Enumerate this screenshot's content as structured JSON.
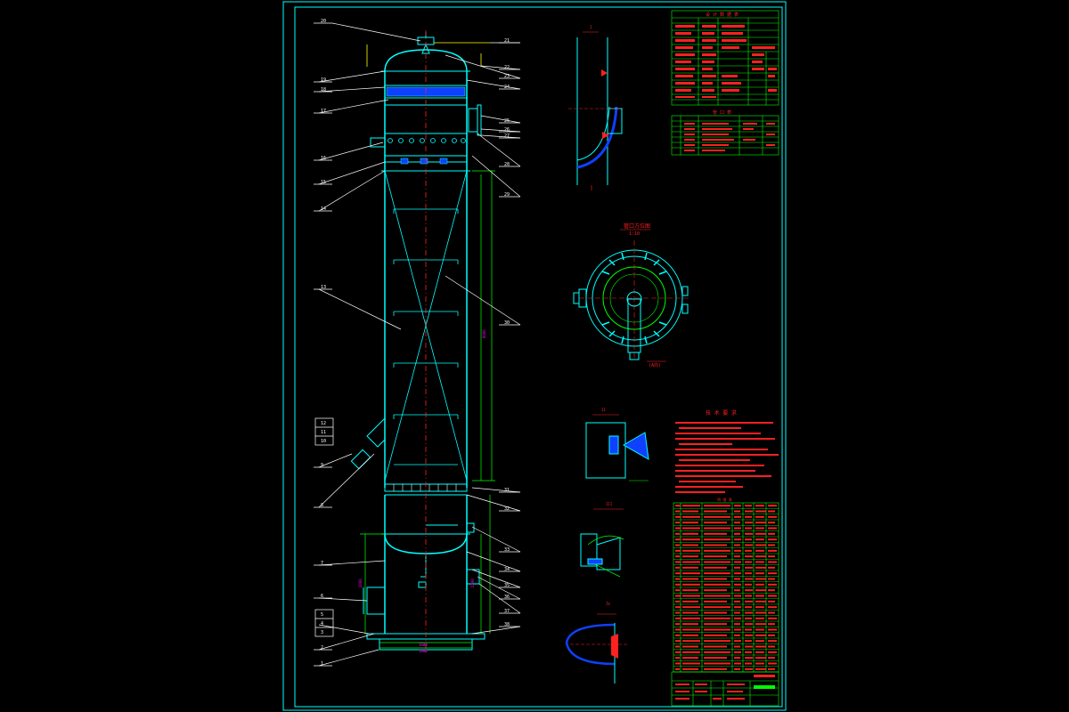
{
  "colors": {
    "background": "#000000",
    "frame": "#00ffff",
    "vessel": "#00ffff",
    "centerline": "#ff2020",
    "leader": "#ffffff",
    "dimension": "#00ff00",
    "dim_text": "#ff00ff",
    "table_grid": "#00ff00",
    "table_text": "#ff2020",
    "title_text": "#ff2020",
    "blue_fill": "#1040ff",
    "yellow": "#ffff00"
  },
  "left_labels": [
    "20",
    "19",
    "18",
    "17",
    "16",
    "15",
    "14",
    "13",
    "12",
    "11",
    "10",
    "9",
    "8",
    "7",
    "6",
    "5",
    "4",
    "3",
    "2",
    "1"
  ],
  "right_labels": [
    "21",
    "22",
    "23",
    "24",
    "25",
    "26",
    "27",
    "28",
    "29",
    "30",
    "31",
    "32",
    "33",
    "34",
    "35",
    "36",
    "37",
    "38"
  ],
  "section_view": {
    "title": "管口方位图",
    "scale": "1:10",
    "note": "(A向)"
  },
  "detail_titles": [
    "I",
    "II",
    "III",
    "IV"
  ],
  "tech_req_title": "技 术 要 求",
  "design_data_title": "设 计 数 据 表",
  "nozzle_table_title": "管 口 表",
  "parts_list_title": "明 细 表"
}
